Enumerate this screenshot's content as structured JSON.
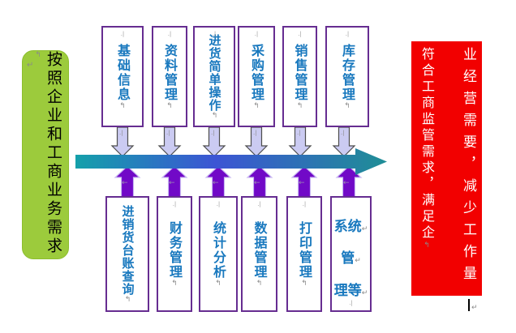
{
  "left_banner": {
    "text": "按照企业和工商业务需求"
  },
  "right_banner": {
    "column_first": "符合工商监管需求，满足企",
    "column_second": "业经营需要，减少工作量"
  },
  "top_boxes": [
    {
      "label": "基础信息"
    },
    {
      "label": "资料管理"
    },
    {
      "label": "进货简单操作"
    },
    {
      "label": "采购管理"
    },
    {
      "label": "销售管理"
    },
    {
      "label": "库存管理"
    }
  ],
  "bottom_boxes": [
    {
      "label": "进销货台账查询"
    },
    {
      "label": "财务管理"
    },
    {
      "label": "统计分析"
    },
    {
      "label": "数据管理"
    },
    {
      "label": "打印管理"
    },
    {
      "label": "系统管理等",
      "lines": [
        "系统",
        "管",
        "理等"
      ]
    }
  ],
  "marks": {
    "paragraph": "↵",
    "vertical_return": "↰",
    "anchor_dot": ".|",
    "left_arrow": "←"
  },
  "colors": {
    "banner_green": "#9CCB3C",
    "banner_red": "#F20000",
    "box_border_purple": "#662D91",
    "label_blue": "#1878BE",
    "down_arrow_fill": "#CBCBF2",
    "down_arrow_stroke": "#4D4D4D",
    "up_arrow_fill": "#7109C7",
    "flow_arrow_teal_left": "#14A0AA",
    "flow_arrow_blue_mid": "#3C55D4",
    "flow_arrow_teal_right": "#1F8E96"
  }
}
